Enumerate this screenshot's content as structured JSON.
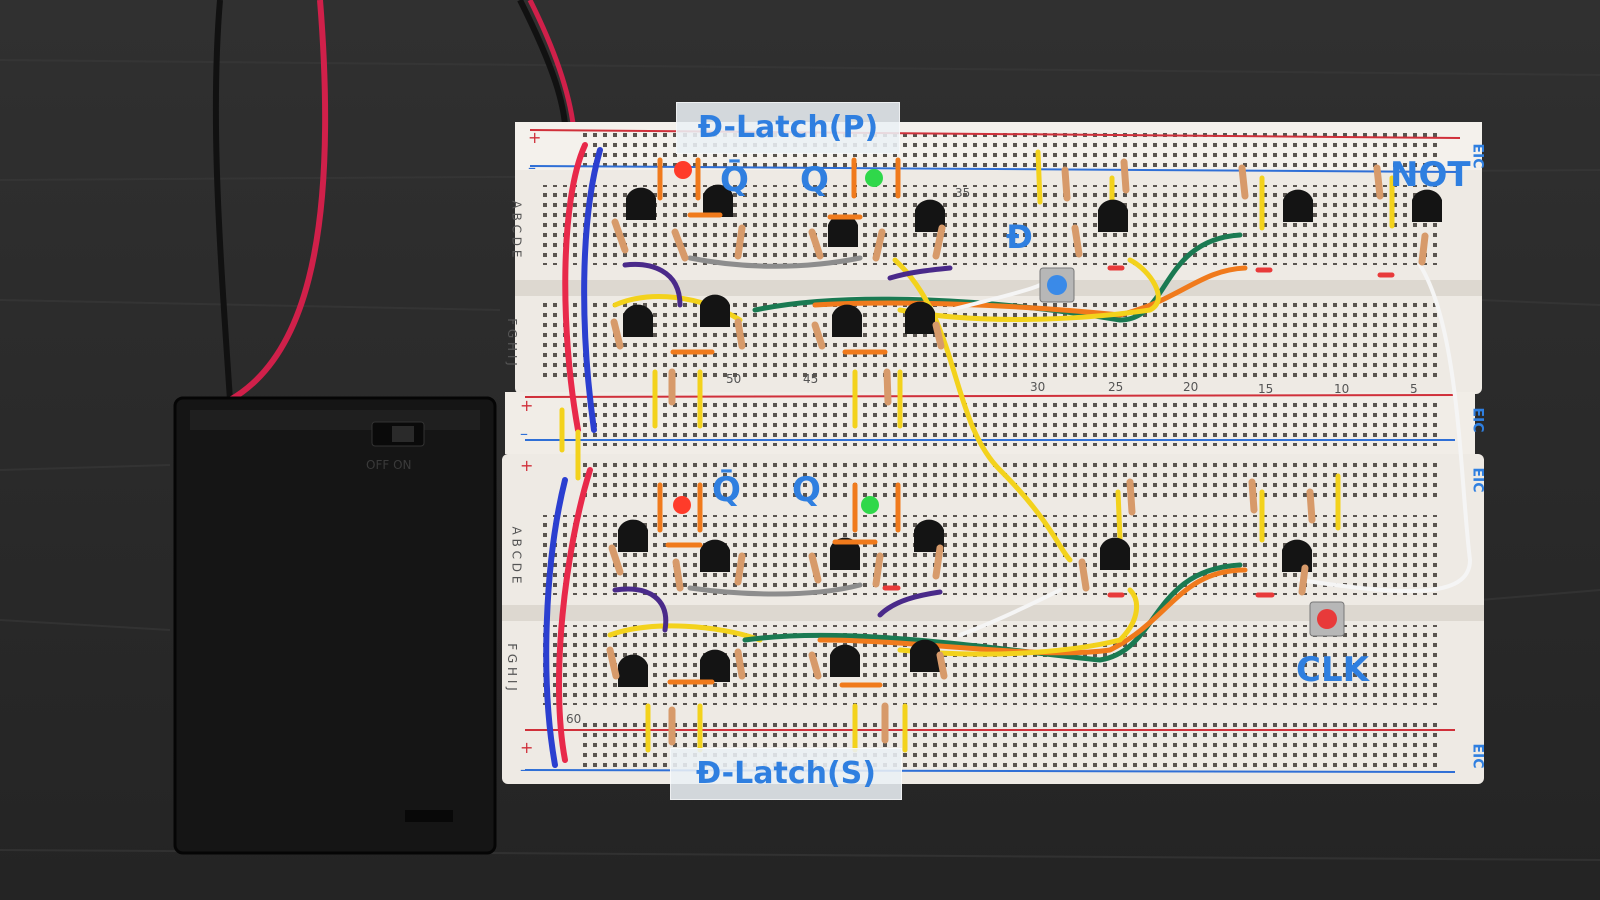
{
  "labels": {
    "top_module": "Đ-Latch(P)",
    "bottom_module": "Đ-Latch(S)",
    "not_gate": "NOT",
    "clock": "CLK",
    "data_input": "Đ",
    "q_top": "Q",
    "qbar_top": "Q̄",
    "q_bottom": "Q",
    "qbar_bottom": "Q̄",
    "battery_switch": "OFF  ON"
  },
  "breadboard_marks": {
    "rows_top": "A B C D E",
    "rows_bottom": "F G H I J",
    "column_numbers": [
      "60",
      "50",
      "45",
      "35",
      "30",
      "25",
      "20",
      "15",
      "10",
      "5"
    ],
    "brand": "EIC",
    "plus": "+",
    "minus": "–"
  },
  "colors": {
    "table": "#2b2b2b",
    "breadboard": "#eeeae4",
    "battery_box": "#151515",
    "rail_red": "#d0303a",
    "rail_blue": "#2f6fd6",
    "wire_red": "#e8294a",
    "wire_black": "#111111",
    "wire_blue": "#2b3fd0",
    "wire_yellow": "#f3d21c",
    "wire_green": "#1a7a52",
    "wire_orange": "#f07a1c",
    "wire_purple": "#4a2a8a",
    "wire_gray": "#8d8d8d",
    "wire_white": "#f5f5f5",
    "led_red": "#ff3b2a",
    "led_green": "#2fd84a",
    "button_blue": "#3a8ae8",
    "button_red": "#e83a3a",
    "ink": "#2f7fe0"
  },
  "components": {
    "transistor": "to92-transistor-icon",
    "resistor": "resistor-icon",
    "led": "led-icon",
    "button": "push-button-icon"
  }
}
